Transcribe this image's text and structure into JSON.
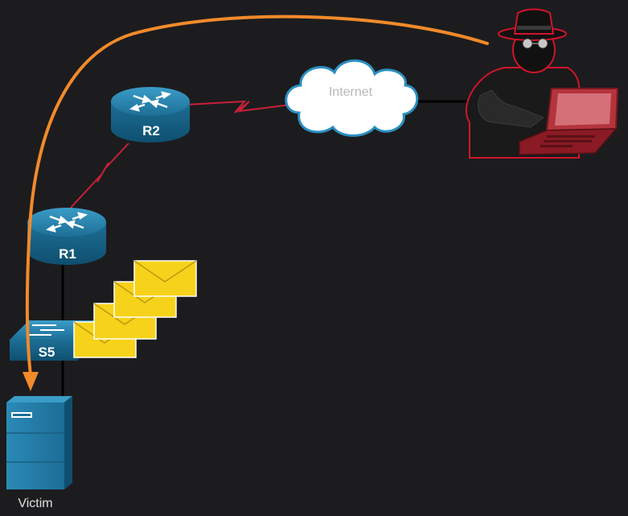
{
  "diagram": {
    "router_r1": {
      "label": "R1"
    },
    "router_r2": {
      "label": "R2"
    },
    "switch_s5": {
      "label": "S5"
    },
    "cloud": {
      "label": "Internet"
    },
    "server": {
      "label": "Victim"
    },
    "envelope_count": 4,
    "colors": {
      "background": "#1c1c1e",
      "device_blue": "#1d6f96",
      "serial_link": "#c8203a",
      "ethernet_link": "#000000",
      "attack_arrow": "#f28a2a",
      "envelope": "#f7d21a",
      "attacker_outline": "#d0142a"
    },
    "icons": [
      "router-icon",
      "switch-icon",
      "server-icon",
      "cloud-icon",
      "envelope-icon",
      "hacker-icon",
      "laptop-icon"
    ]
  }
}
